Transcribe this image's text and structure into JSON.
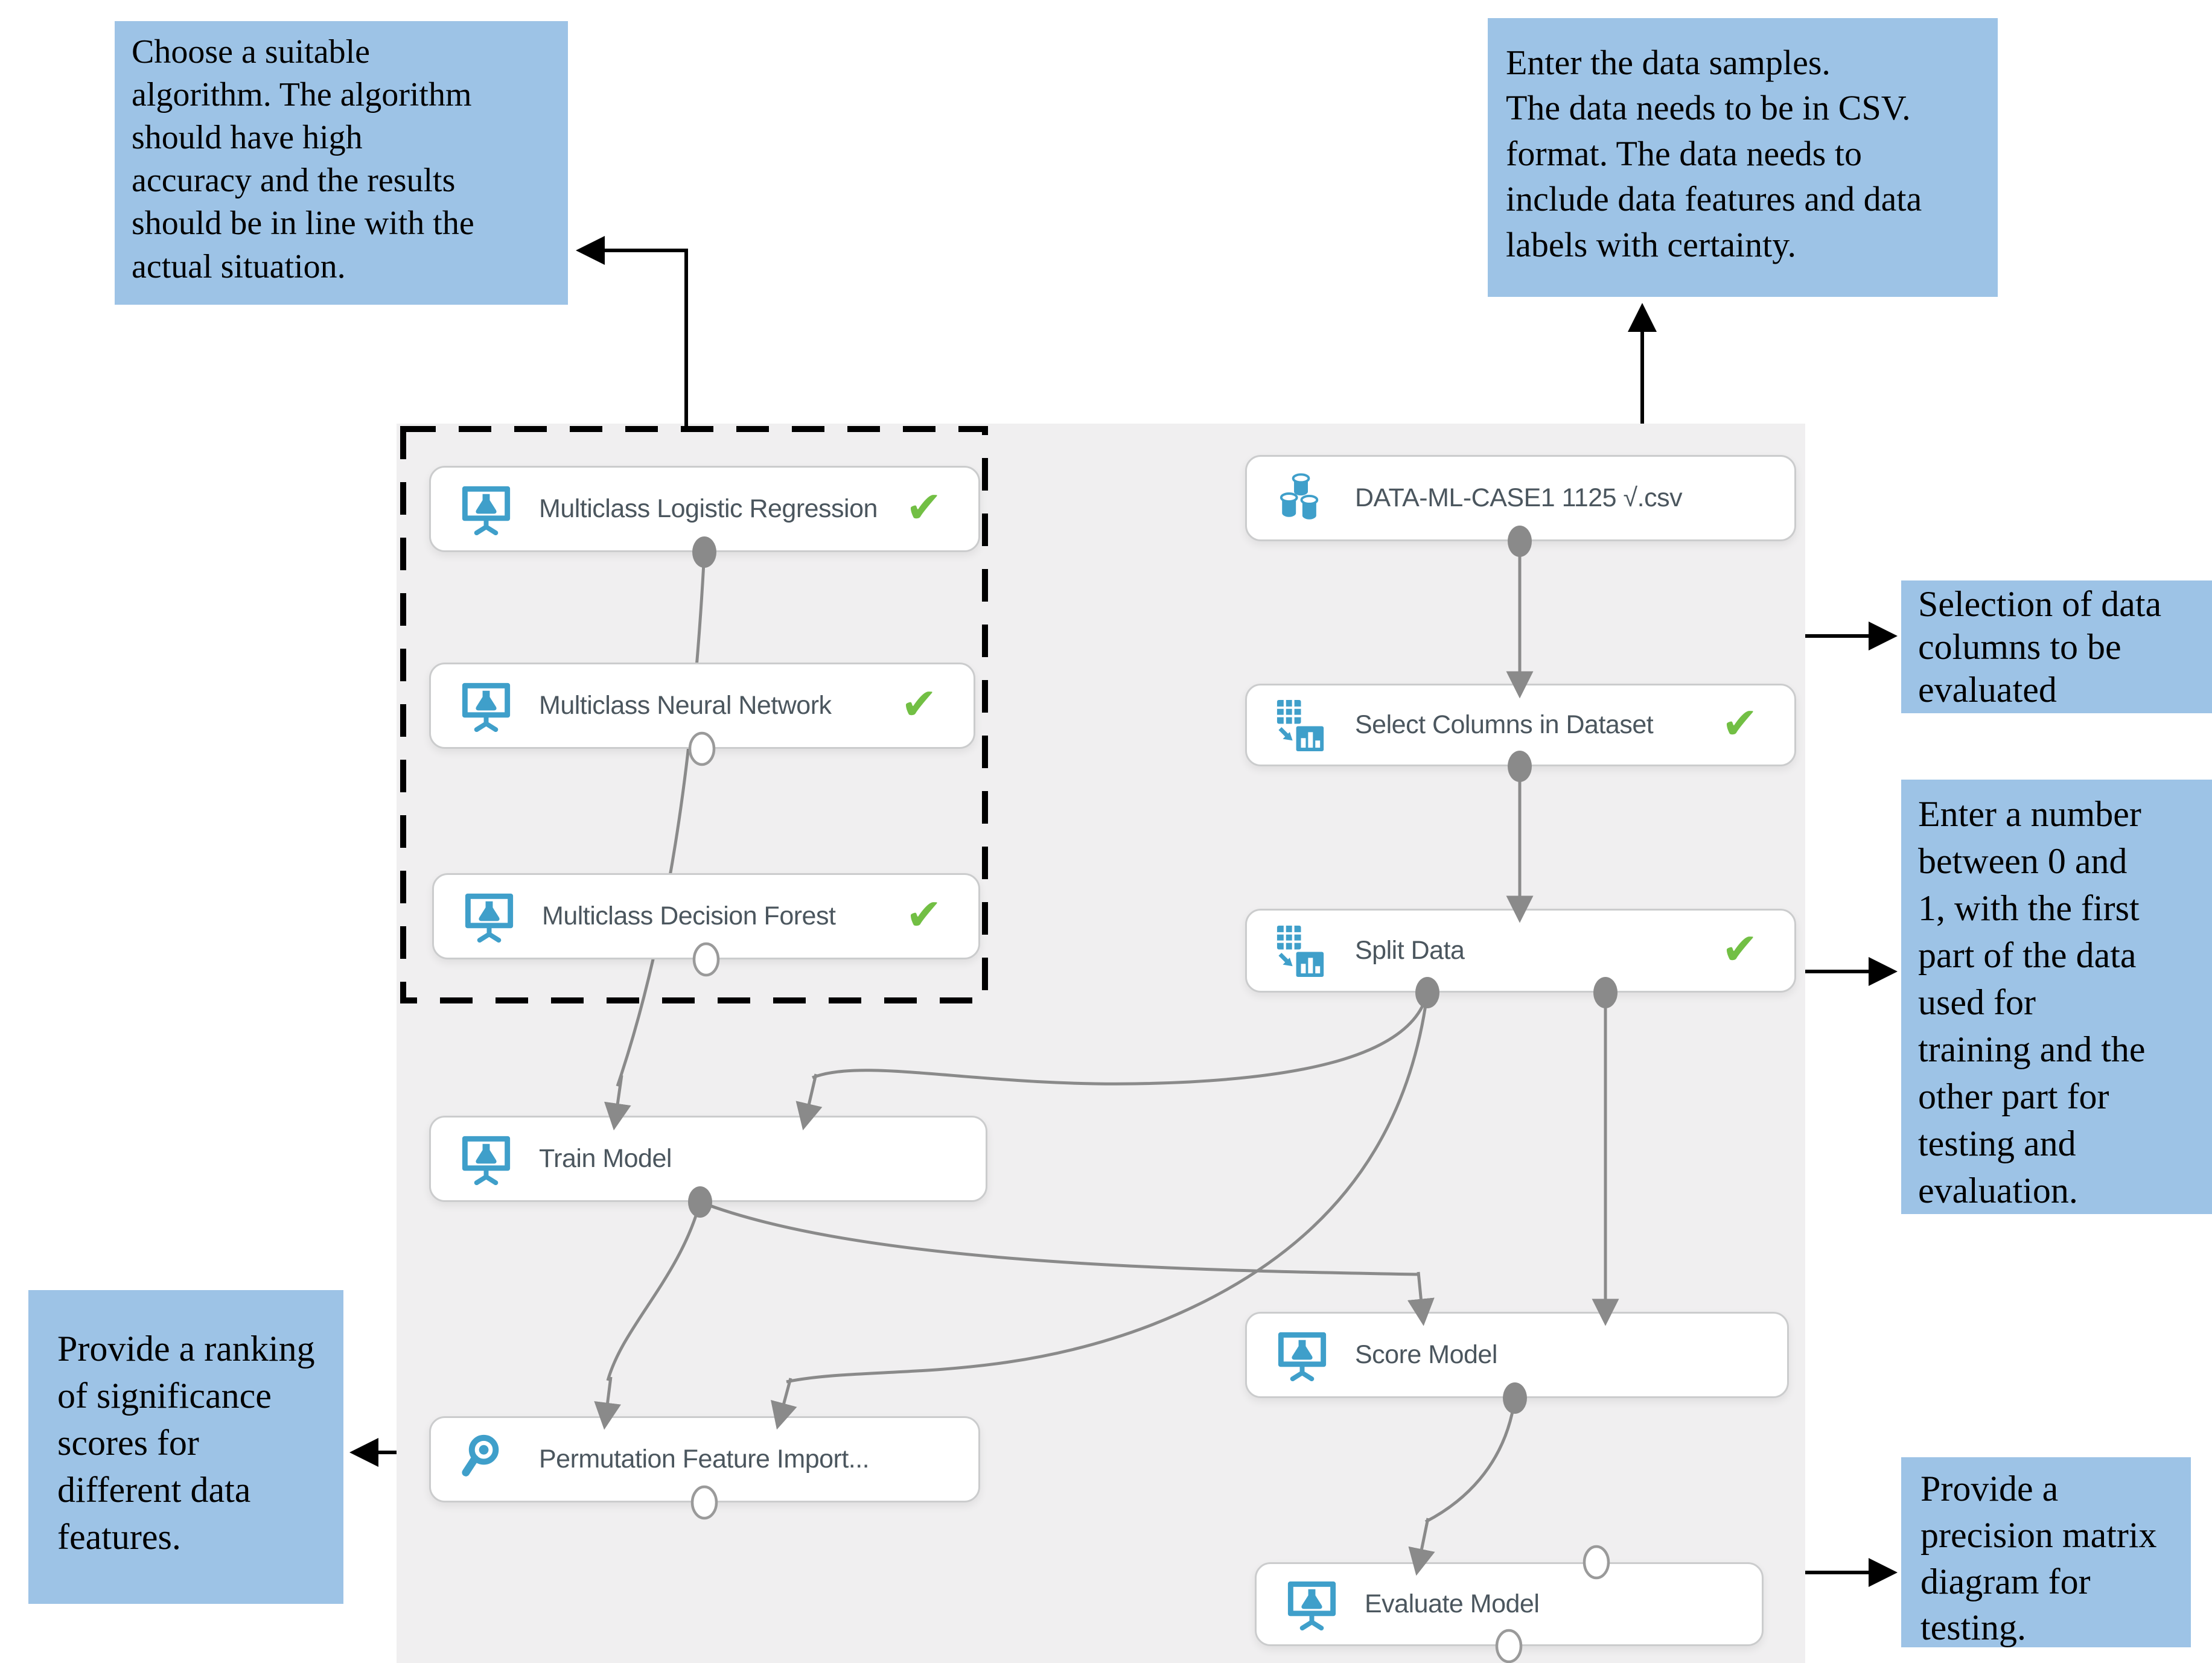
{
  "colors": {
    "callout_bg": "#9dc3e6",
    "canvas_bg": "#f0eff0",
    "node_border": "#cbcccd",
    "icon_blue": "#3f9fca",
    "check_green": "#72bf44",
    "connector_gray": "#8a8a8a",
    "annotation_arrow": "#000000"
  },
  "icons": {
    "check": "✔"
  },
  "nodes": {
    "multiclass_logistic_regression": {
      "label": "Multiclass Logistic Regression",
      "icon": "experiment",
      "checked": true
    },
    "multiclass_neural_network": {
      "label": "Multiclass Neural Network",
      "icon": "experiment",
      "checked": true
    },
    "multiclass_decision_forest": {
      "label": "Multiclass Decision Forest",
      "icon": "experiment",
      "checked": true
    },
    "dataset": {
      "label": "DATA-ML-CASE1 1125 √.csv",
      "icon": "dataset",
      "checked": false
    },
    "select_columns": {
      "label": "Select Columns in Dataset",
      "icon": "columns",
      "checked": true
    },
    "split_data": {
      "label": "Split Data",
      "icon": "columns",
      "checked": true
    },
    "train_model": {
      "label": "Train Model",
      "icon": "experiment",
      "checked": false
    },
    "permutation_feature_importance": {
      "label": "Permutation Feature Import...",
      "icon": "magnifier",
      "checked": false
    },
    "score_model": {
      "label": "Score Model",
      "icon": "experiment",
      "checked": false
    },
    "evaluate_model": {
      "label": "Evaluate Model",
      "icon": "experiment",
      "checked": false
    }
  },
  "callouts": {
    "choose_algorithm": {
      "text": "Choose a suitable\nalgorithm. The algorithm\nshould have high\naccuracy and the results\nshould be in line with the\nactual situation."
    },
    "enter_data": {
      "text": "Enter the data samples.\nThe data needs to be in CSV.\nformat. The data needs to\ninclude data features and data\nlabels with certainty."
    },
    "selection_columns": {
      "text": "Selection of data\ncolumns to be\nevaluated"
    },
    "split_ratio": {
      "text": "Enter a number\nbetween 0 and\n1, with the first\npart of the data\nused for\ntraining and the\nother part for\ntesting and\nevaluation."
    },
    "feature_ranking": {
      "text": "Provide a ranking\nof significance\nscores for\ndifferent data\nfeatures."
    },
    "precision_matrix": {
      "text": "Provide a\nprecision matrix\ndiagram for\ntesting."
    }
  }
}
